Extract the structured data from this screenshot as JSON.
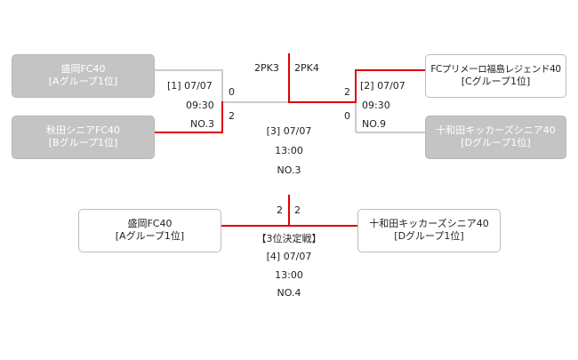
{
  "semifinal_left": {
    "team_top": {
      "name": "盛岡FC40",
      "group": "[Aグループ1位]"
    },
    "team_bottom": {
      "name": "秋田シニアFC40",
      "group": "[Bグループ1位]"
    },
    "match_no": "[1]",
    "date": "07/07",
    "time": "09:30",
    "venue": "NO.3",
    "score_top": "0",
    "score_bottom": "2"
  },
  "semifinal_right": {
    "team_top": {
      "name": "FCプリメーロ福島レジェンド40",
      "group": "[Cグループ1位]"
    },
    "team_bottom": {
      "name": "十和田キッカーズシニア40",
      "group": "[Dグループ1位]"
    },
    "match_no": "[2]",
    "date": "07/07",
    "time": "09:30",
    "venue": "NO.9",
    "score_top": "2",
    "score_bottom": "0"
  },
  "final": {
    "pk_left": "2PK3",
    "pk_right": "2PK4",
    "match_no": "[3]",
    "date": "07/07",
    "time": "13:00",
    "venue": "NO.3"
  },
  "third_place": {
    "team_left": {
      "name": "盛岡FC40",
      "group": "[Aグループ1位]"
    },
    "team_right": {
      "name": "十和田キッカーズシニア40",
      "group": "[Dグループ1位]"
    },
    "score_left": "2",
    "score_right": "2",
    "title": "【3位決定戦】",
    "match_no": "[4]",
    "date": "07/07",
    "time": "13:00",
    "venue": "NO.4"
  },
  "colors": {
    "winner_line": "#e00000",
    "loser_line": "#cccccc",
    "loser_box": "#c4c4c4"
  }
}
